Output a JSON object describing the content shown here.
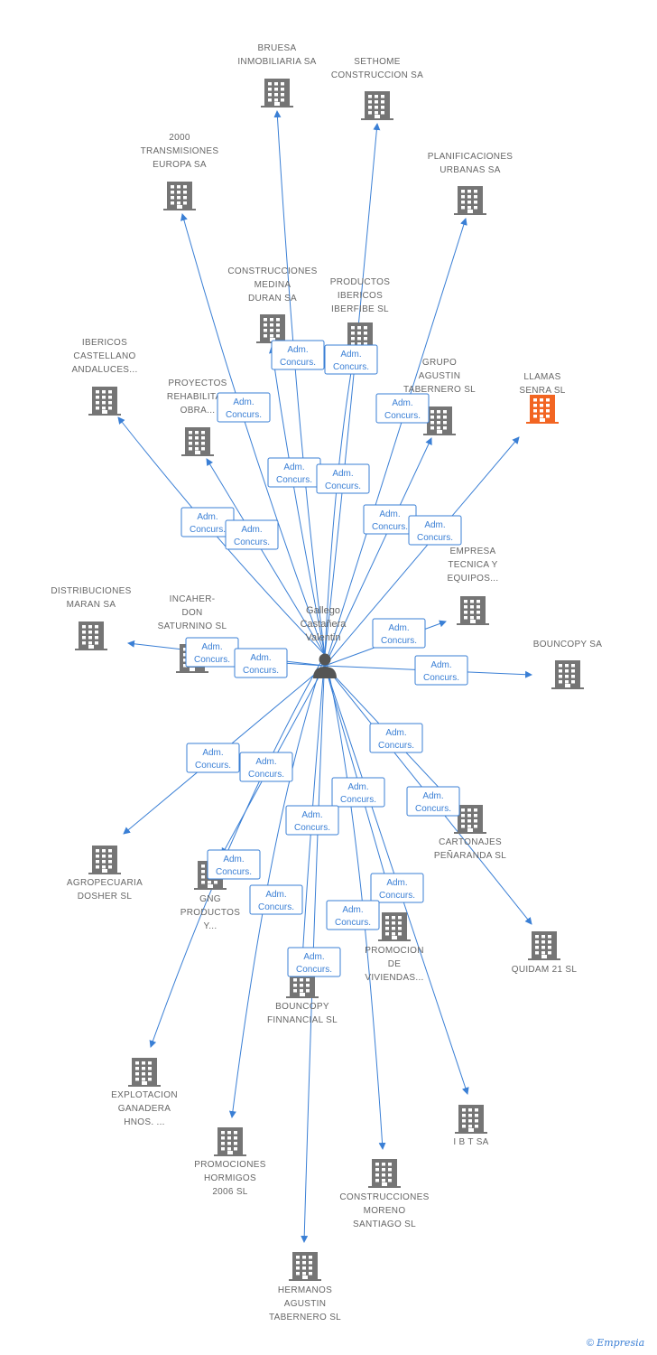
{
  "center": {
    "label": [
      "Gallego",
      "Castañera",
      "Valentin"
    ]
  },
  "edge_label": [
    "Adm.",
    "Concurs."
  ],
  "colors": {
    "node": "#757575",
    "highlight": "#f26522",
    "edge": "#3a7fd5"
  },
  "icons": {
    "company": "building-icon",
    "person": "person-icon"
  },
  "nodes": [
    {
      "id": "bruesa",
      "label": [
        "BRUESA",
        "INMOBILIARIA SA"
      ]
    },
    {
      "id": "sethome",
      "label": [
        "SETHOME",
        "CONSTRUCCION SA"
      ]
    },
    {
      "id": "2000-transmisiones",
      "label": [
        "2000",
        "TRANSMISIONES",
        "EUROPA SA"
      ]
    },
    {
      "id": "planificaciones",
      "label": [
        "PLANIFICACIONES",
        "URBANAS SA"
      ]
    },
    {
      "id": "construcciones-medina",
      "label": [
        "CONSTRUCCIONES",
        "MEDINA",
        "DURAN SA"
      ]
    },
    {
      "id": "productos-ibericos",
      "label": [
        "PRODUCTOS",
        "IBERICOS",
        "IBERFIBE SL"
      ]
    },
    {
      "id": "ibericos-castellano",
      "label": [
        "IBERICOS",
        "CASTELLANO",
        "ANDALUCES..."
      ]
    },
    {
      "id": "proyectos",
      "label": [
        "PROYECTOS",
        "REHABILITAC",
        "OBRA..."
      ]
    },
    {
      "id": "grupo-agustin",
      "label": [
        "GRUPO",
        "AGUSTIN",
        "TABERNERO SL"
      ]
    },
    {
      "id": "llamas-senra",
      "label": [
        "LLAMAS",
        "SENRA SL"
      ],
      "highlight": true
    },
    {
      "id": "empresa-tecnica",
      "label": [
        "EMPRESA",
        "TECNICA Y",
        "EQUIPOS..."
      ]
    },
    {
      "id": "distribuciones-maran",
      "label": [
        "DISTRIBUCIONES",
        "MARAN SA"
      ]
    },
    {
      "id": "incaher",
      "label": [
        "INCAHER-",
        "DON",
        "SATURNINO SL"
      ]
    },
    {
      "id": "bouncopy-sa",
      "label": [
        "BOUNCOPY SA"
      ]
    },
    {
      "id": "cartonajes",
      "label": [
        "CARTONAJES",
        "PEÑARANDA SL"
      ]
    },
    {
      "id": "agropecuaria",
      "label": [
        "AGROPECUARIA",
        "DOSHER SL"
      ]
    },
    {
      "id": "gng-productos",
      "label": [
        "GNG",
        "PRODUCTOS",
        "Y..."
      ]
    },
    {
      "id": "promocion-viviendas",
      "label": [
        "PROMOCION",
        "DE",
        "VIVIENDAS..."
      ]
    },
    {
      "id": "quidam",
      "label": [
        "QUIDAM 21 SL"
      ]
    },
    {
      "id": "bouncopy-financial",
      "label": [
        "BOUNCOPY",
        "FINNANCIAL SL"
      ]
    },
    {
      "id": "explotacion",
      "label": [
        "EXPLOTACION",
        "GANADERA",
        "HNOS. ..."
      ]
    },
    {
      "id": "ibt",
      "label": [
        "I B T SA"
      ]
    },
    {
      "id": "promociones-hormigos",
      "label": [
        "PROMOCIONES",
        "HORMIGOS",
        "2006 SL"
      ]
    },
    {
      "id": "construcciones-moreno",
      "label": [
        "CONSTRUCCIONES",
        "MORENO",
        "SANTIAGO SL"
      ]
    },
    {
      "id": "hermanos-agustin",
      "label": [
        "HERMANOS",
        "AGUSTIN",
        "TABERNERO SL"
      ]
    }
  ],
  "footer": {
    "copyright": "©",
    "brand": "Empresia"
  }
}
